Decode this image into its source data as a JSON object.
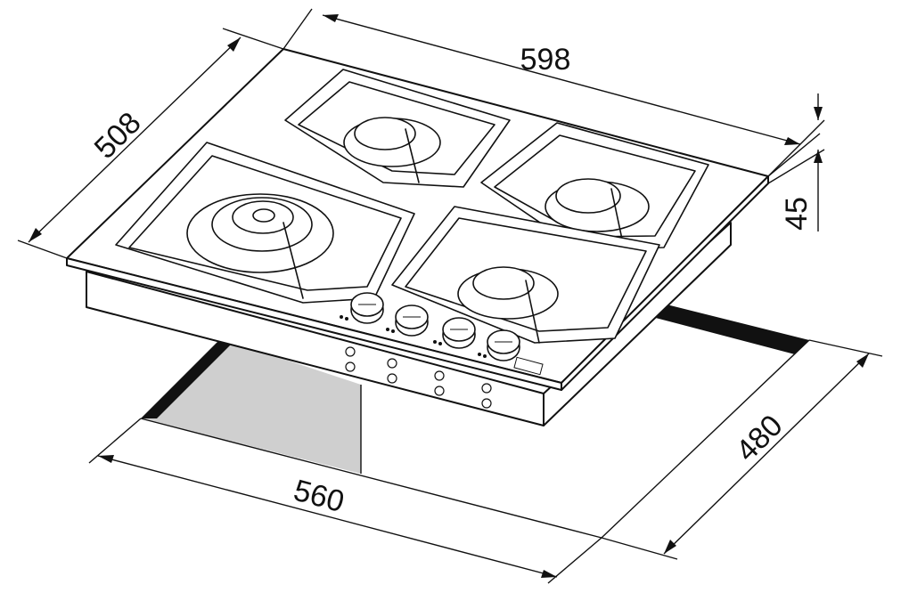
{
  "dimensions": {
    "width": "598",
    "depth": "508",
    "height": "45",
    "cutout_depth": "480",
    "cutout_width": "560"
  },
  "colors": {
    "line": "#111111",
    "cutout_shade": "#cfcfcf",
    "cutout_edge": "#111111",
    "background": "#ffffff"
  }
}
